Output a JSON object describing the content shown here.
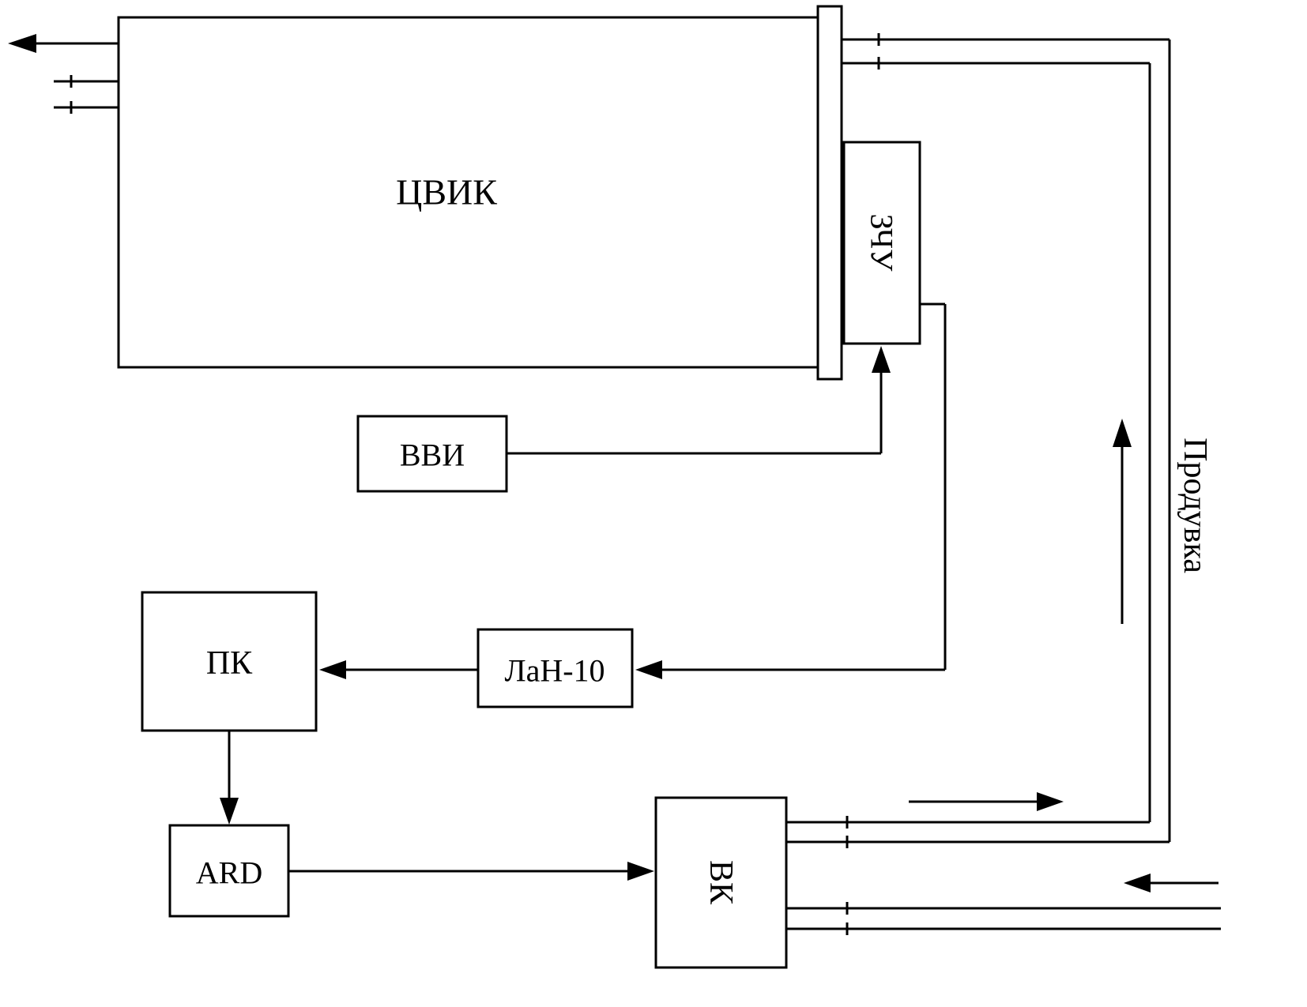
{
  "colors": {
    "line": "#000000",
    "background": "#ffffff"
  },
  "blocks": {
    "cvik": {
      "label": "ЦВИК"
    },
    "zchu": {
      "label": "ЗЧУ"
    },
    "vvi": {
      "label": "ВВИ"
    },
    "pk": {
      "label": "ПК"
    },
    "lan10": {
      "label": "ЛаН-10"
    },
    "ard": {
      "label": "ARD"
    },
    "vk": {
      "label": "ВК"
    }
  },
  "annotations": {
    "purge_label": "Продувка"
  }
}
